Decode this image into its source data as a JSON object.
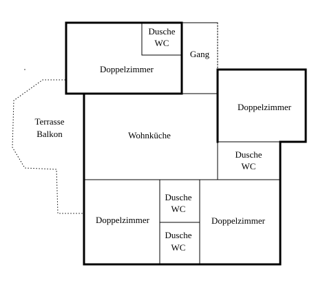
{
  "rooms": {
    "dz_top_left": "Doppelzimmer",
    "dusche_wc_top": [
      "Dusche",
      "WC"
    ],
    "gang": "Gang",
    "dz_right": "Doppelzimmer",
    "terrasse_balkon": [
      "Terrasse",
      "Balkon"
    ],
    "wohnkueche": "Wohnküche",
    "dusche_wc_right": [
      "Dusche",
      "WC"
    ],
    "dz_bottom_left": "Doppelzimmer",
    "dusche_wc_mid1": [
      "Dusche",
      "WC"
    ],
    "dusche_wc_mid2": [
      "Dusche",
      "WC"
    ],
    "dz_bottom_right": "Doppelzimmer"
  },
  "colors": {
    "wall": "#000000",
    "background": "#ffffff"
  }
}
